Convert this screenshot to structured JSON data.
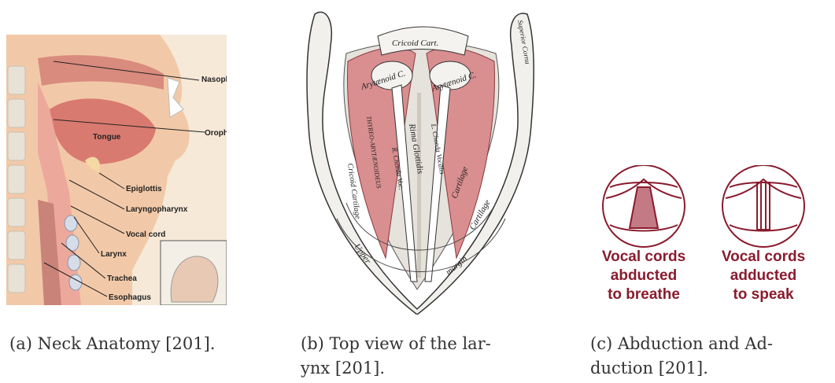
{
  "panels": [
    {
      "caption": "(a) Neck Anatomy [201].",
      "labels": {
        "nasopharynx": "Nasopharynx",
        "tongue": "Tongue",
        "oropharynx": "Oropharynx",
        "epiglottis": "Epiglottis",
        "laryngopharynx": "Laryngopharynx",
        "vocal_cord": "Vocal cord",
        "larynx": "Larynx",
        "trachea": "Trachea",
        "esophagus": "Esophagus"
      }
    },
    {
      "caption_line1": "(b) Top view of the lar-",
      "caption_line2": "ynx [201].",
      "labels": {
        "cricoid": "Cricoid Cart.",
        "arytenoid_left": "Arytænoid C.",
        "arytenoid_right": "Arytænoid C.",
        "rima": "Rima Glottidis",
        "thyreo": "THYREO-ARYTÆNOIDEUS",
        "chorda_voc": "R. Chorda Voc.",
        "chorda_vocalis": "L. Chorda Vocalis",
        "cartilage1": "Cartilage",
        "cartilage2": "Cartilage",
        "upper": "Upper",
        "margin": "margin",
        "superior_cornu": "Superior Cornu",
        "cricoid_side": "Cricoid Cartilage"
      }
    },
    {
      "caption_line1": "(c) Abduction and Ad-",
      "caption_line2": "duction [201].",
      "left_text": [
        "Vocal cords",
        "abducted",
        "to breathe"
      ],
      "right_text": [
        "Vocal cords",
        "adducted",
        "to speak"
      ],
      "colors": {
        "accent": "#8a1b2e"
      }
    }
  ]
}
